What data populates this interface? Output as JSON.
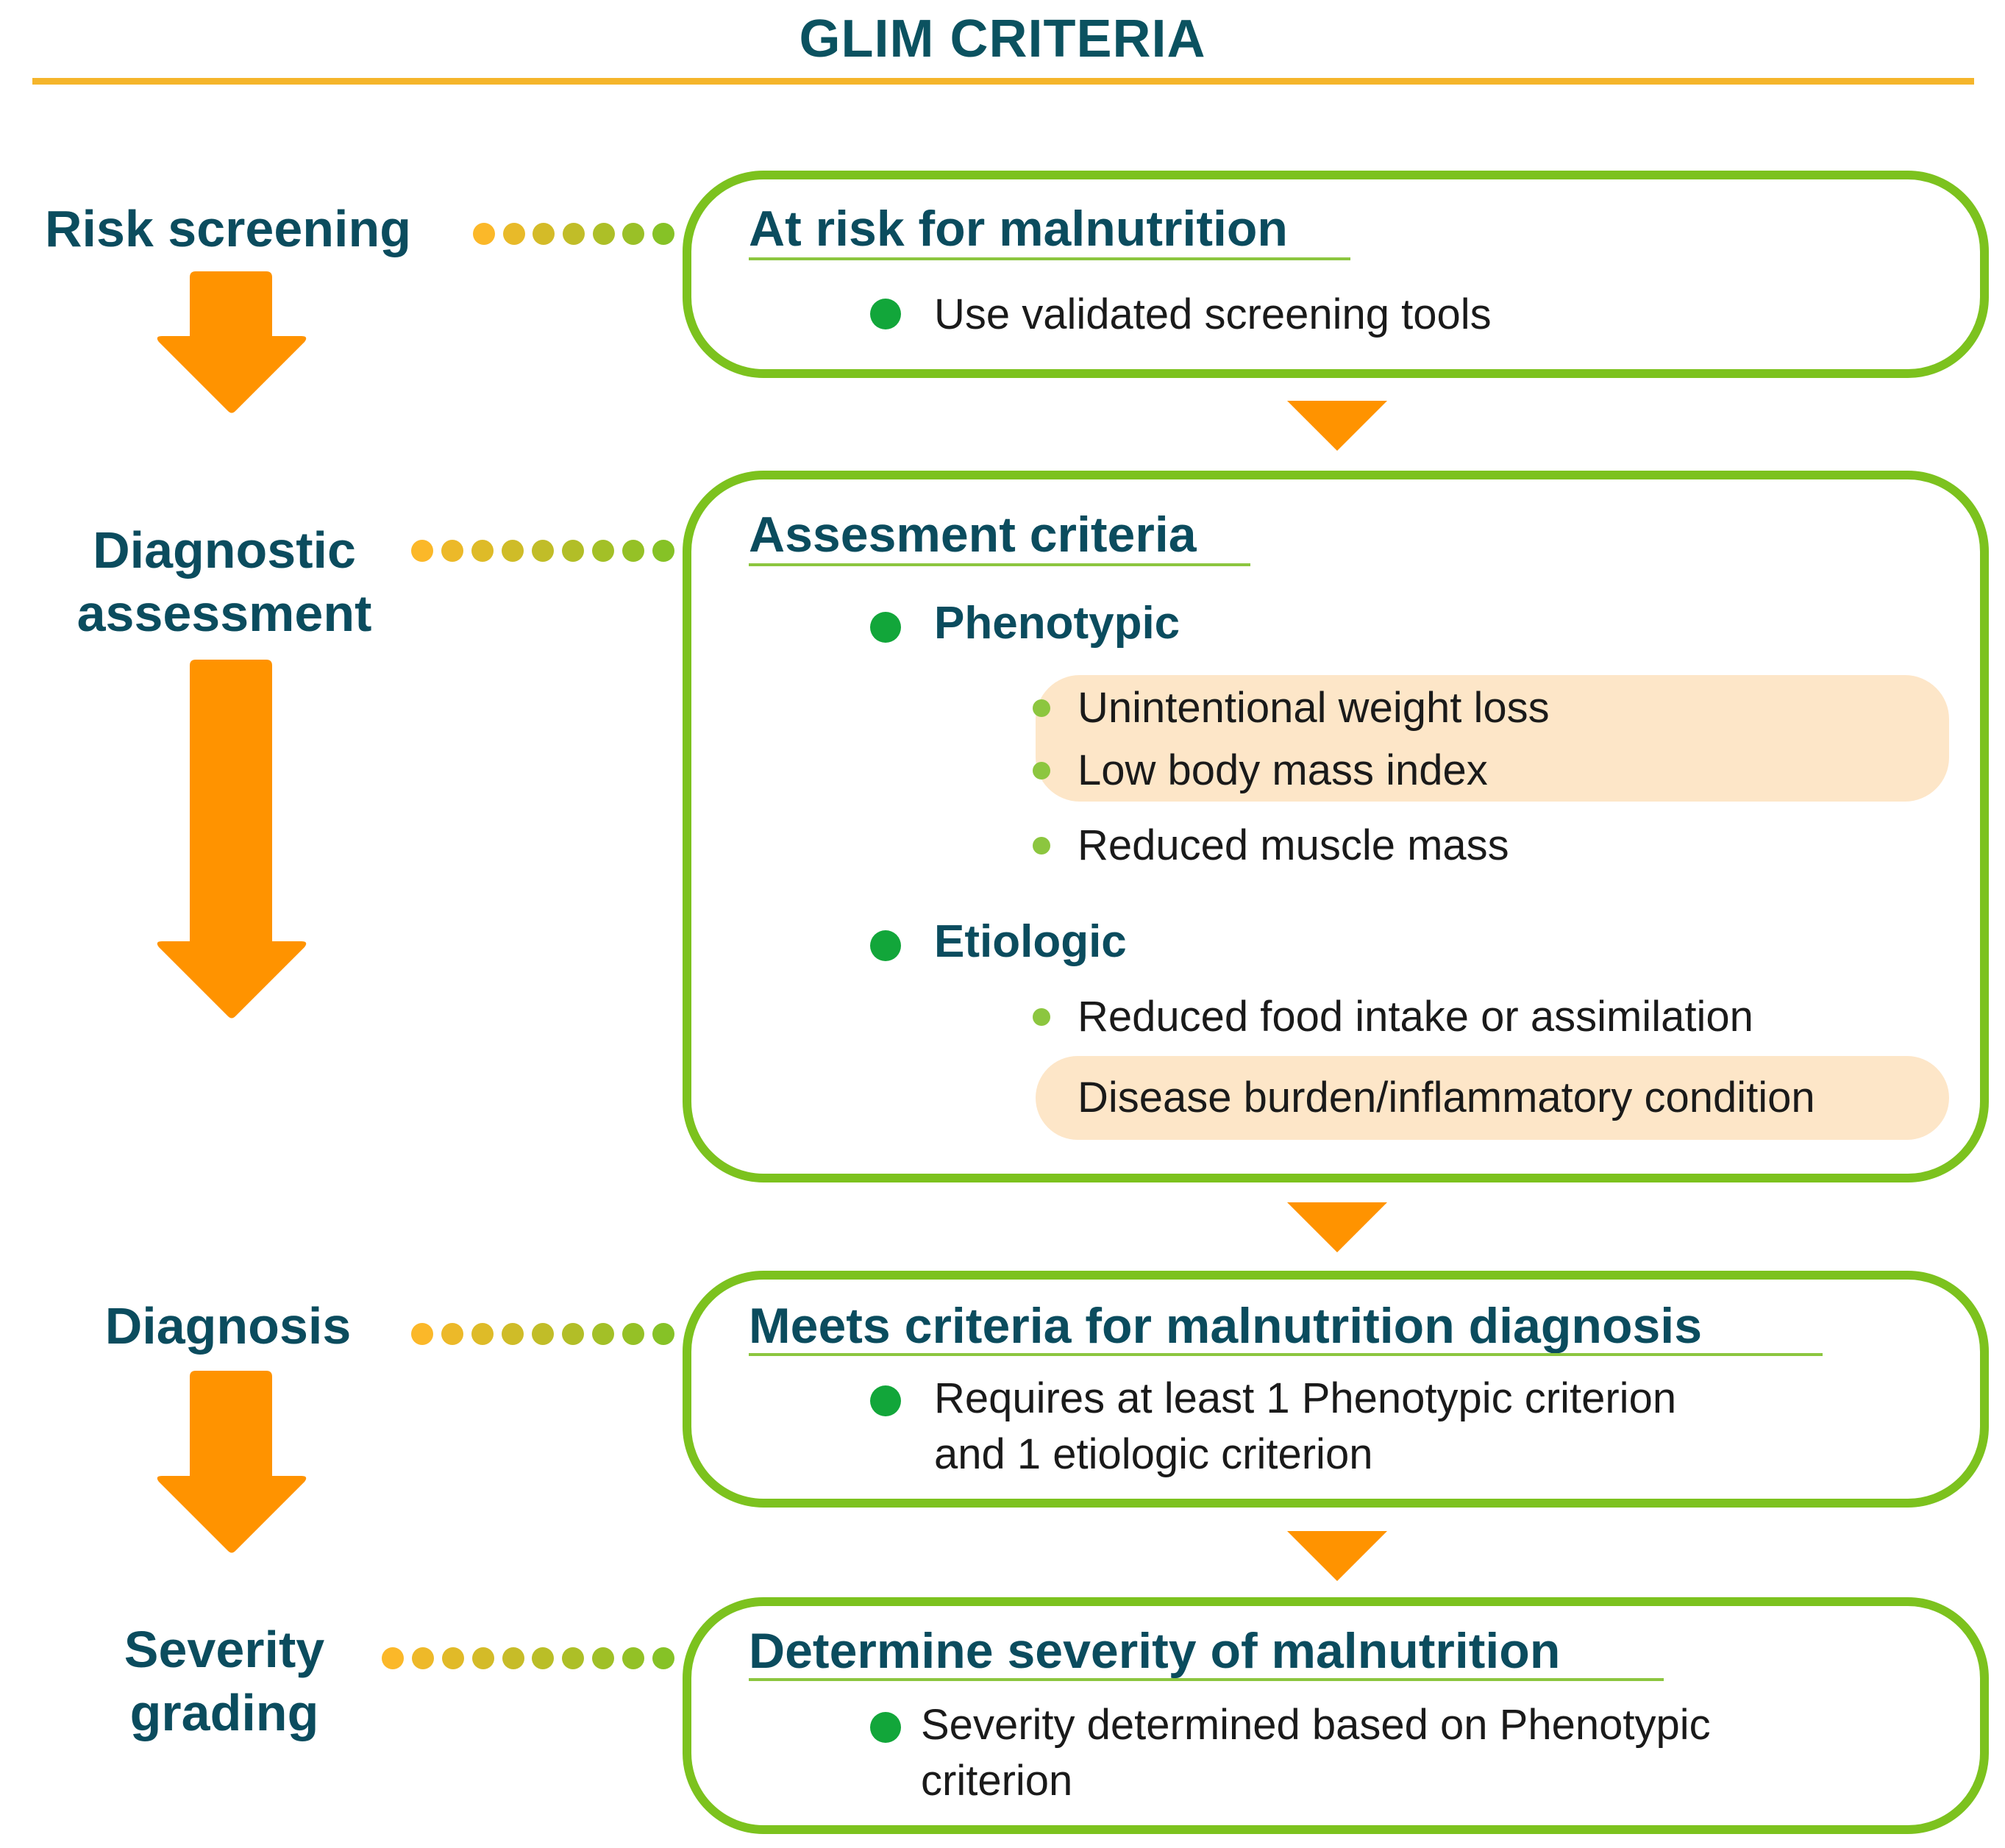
{
  "title": "GLIM CRITERIA",
  "steps": [
    {
      "label_lines": [
        "Risk screening"
      ]
    },
    {
      "label_lines": [
        "Diagnostic",
        "assessment"
      ]
    },
    {
      "label_lines": [
        "Diagnosis"
      ]
    },
    {
      "label_lines": [
        "Severity",
        "grading"
      ]
    }
  ],
  "boxes": {
    "risk": {
      "title": "At risk for malnutrition",
      "item": "Use validated screening tools"
    },
    "assessment": {
      "title": "Assesment criteria",
      "phenotypic": {
        "heading": "Phenotypic",
        "items": [
          "Unintentional weight loss",
          "Low body mass index",
          "Reduced muscle mass"
        ]
      },
      "etiologic": {
        "heading": "Etiologic",
        "items": [
          "Reduced food intake or assimilation",
          "Disease burden/inflammatory condition"
        ]
      }
    },
    "diagnosis": {
      "title": "Meets criteria for malnutrition diagnosis",
      "item_lines": [
        "Requires at least 1 Phenotypic criterion",
        "and 1 etiologic criterion"
      ]
    },
    "severity": {
      "title": "Determine severity of malnutrition",
      "item_lines": [
        "Severity determined based on Phenotypic",
        "criterion"
      ]
    }
  },
  "colors": {
    "title_text": "#0b5260",
    "title_rule": "#f5b52b",
    "box_border": "#7cc21e",
    "arrow": "#ff9300",
    "bullet_big": "#12a63a",
    "bullet_small": "#8cc63f",
    "highlight": "#fde6c8",
    "dot_start": "#fbb829",
    "dot_end": "#86c226"
  }
}
